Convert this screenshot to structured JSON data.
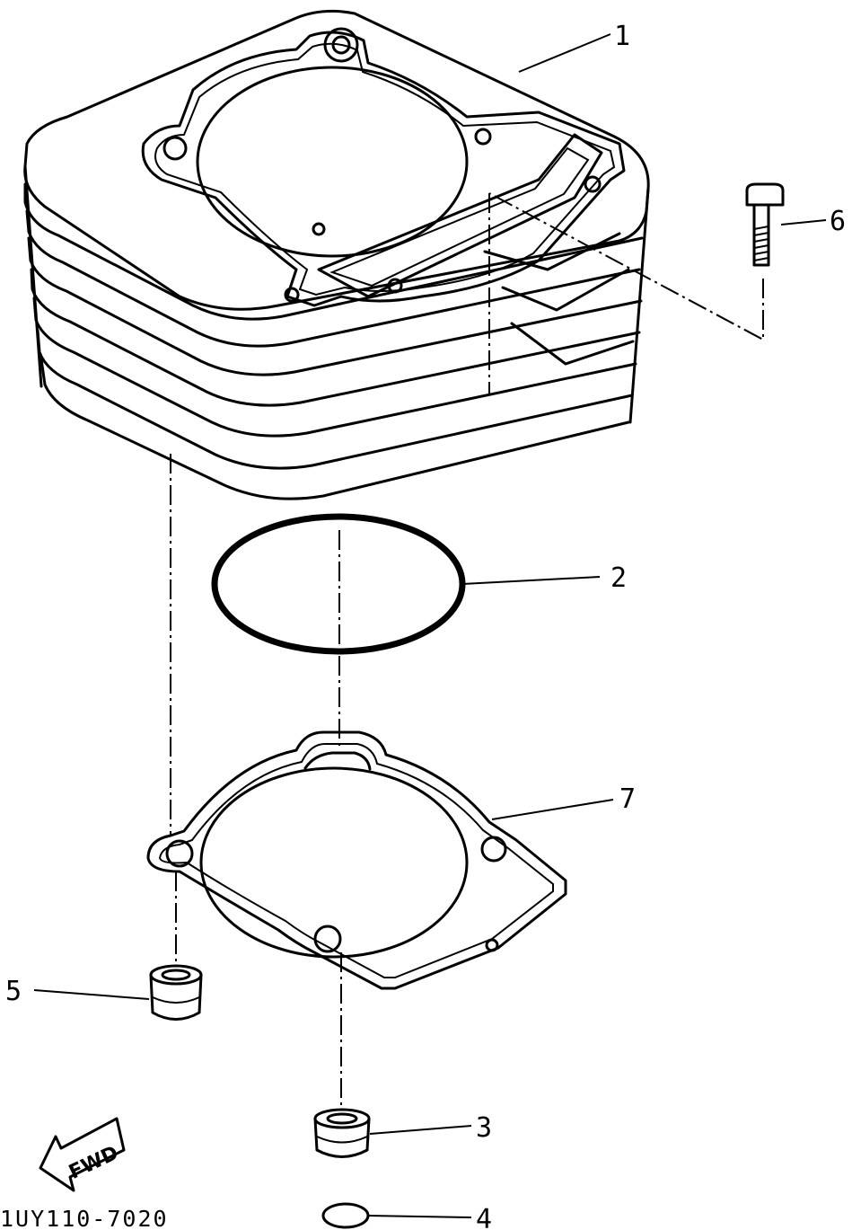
{
  "diagram": {
    "callouts": {
      "cylinder": "1",
      "o_ring": "2",
      "dowel_pin_lower": "3",
      "small_o_ring": "4",
      "dowel_pin_left": "5",
      "bolt": "6",
      "cylinder_gasket": "7"
    },
    "direction_label": "FWD",
    "part_code": "1UY110-7020"
  }
}
